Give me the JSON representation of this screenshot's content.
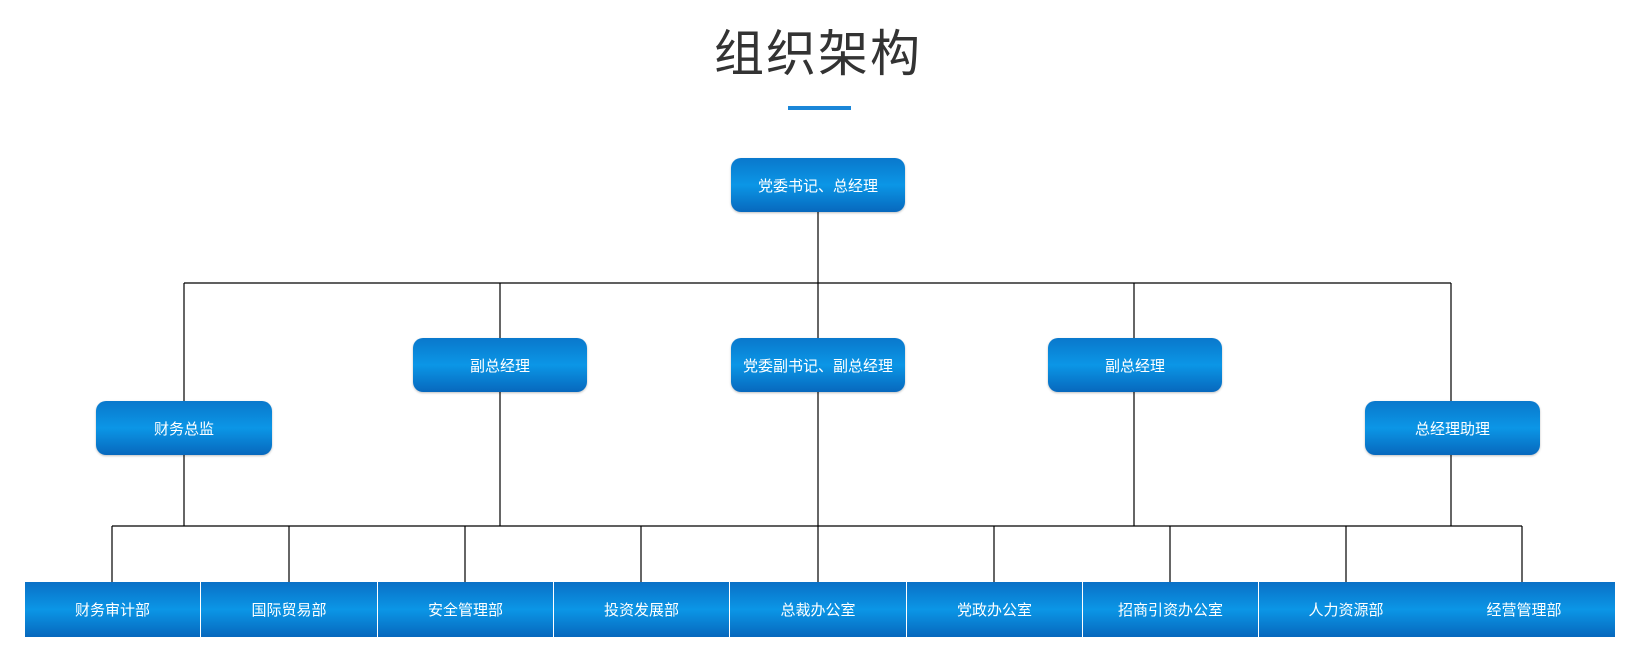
{
  "title": "组织架构",
  "colors": {
    "accent": "#1a86d8",
    "box": "#0b88d8",
    "line": "#000000"
  },
  "top": {
    "label": "党委书记、总经理"
  },
  "middle": [
    {
      "label": "副总经理"
    },
    {
      "label": "党委副书记、副总经理"
    },
    {
      "label": "副总经理"
    }
  ],
  "side": [
    {
      "label": "财务总监"
    },
    {
      "label": "总经理助理"
    }
  ],
  "departments": [
    "财务审计部",
    "国际贸易部",
    "安全管理部",
    "投资发展部",
    "总裁办公室",
    "党政办公室",
    "招商引资办公室",
    "人力资源部",
    "经营管理部"
  ]
}
